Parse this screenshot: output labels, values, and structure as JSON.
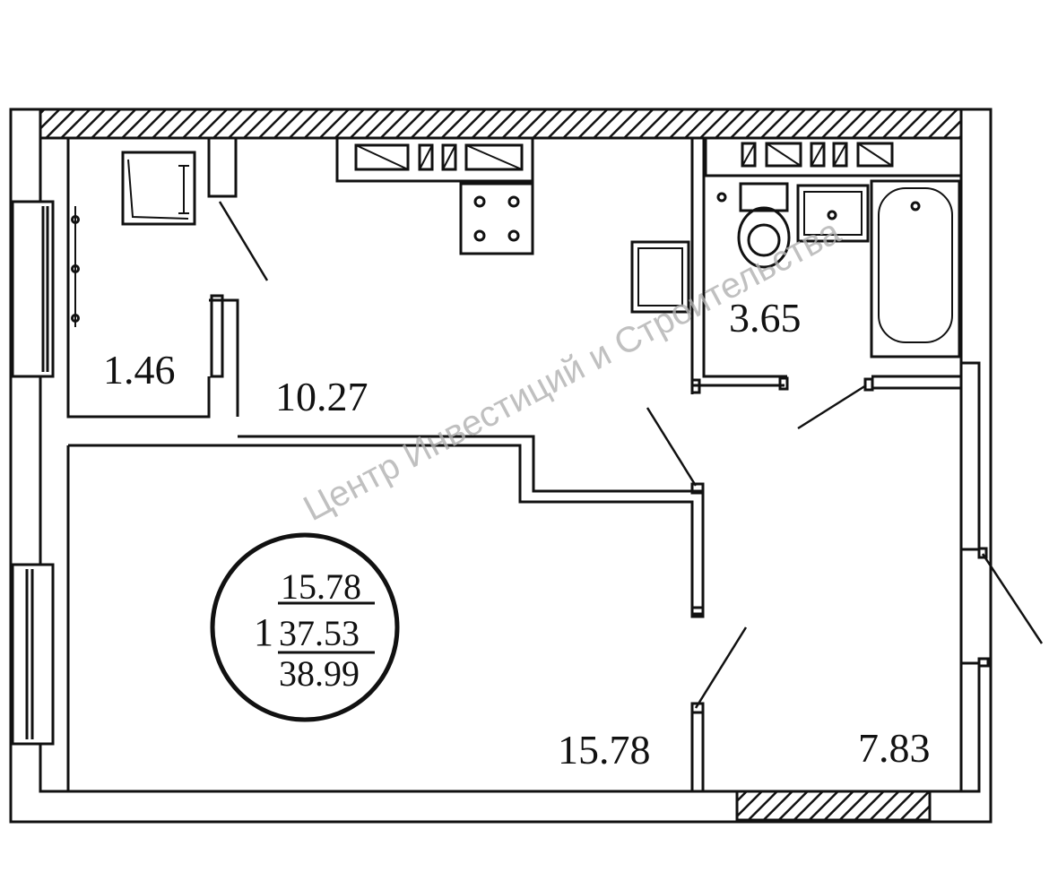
{
  "rooms": {
    "balcony": {
      "area": "1.46"
    },
    "kitchen": {
      "area": "10.27"
    },
    "bathroom": {
      "area": "3.65"
    },
    "living_room": {
      "area": "15.78"
    },
    "hallway": {
      "area": "7.83"
    }
  },
  "summary_badge": {
    "rooms_count": "1",
    "living_area": "15.78",
    "total_area": "37.53",
    "total_area_with_balcony": "38.99"
  },
  "watermark": {
    "text": "Центр Инвестиций и Строительства"
  },
  "colors": {
    "line": "#111111",
    "background": "#ffffff",
    "watermark": "#b0b0b0"
  }
}
